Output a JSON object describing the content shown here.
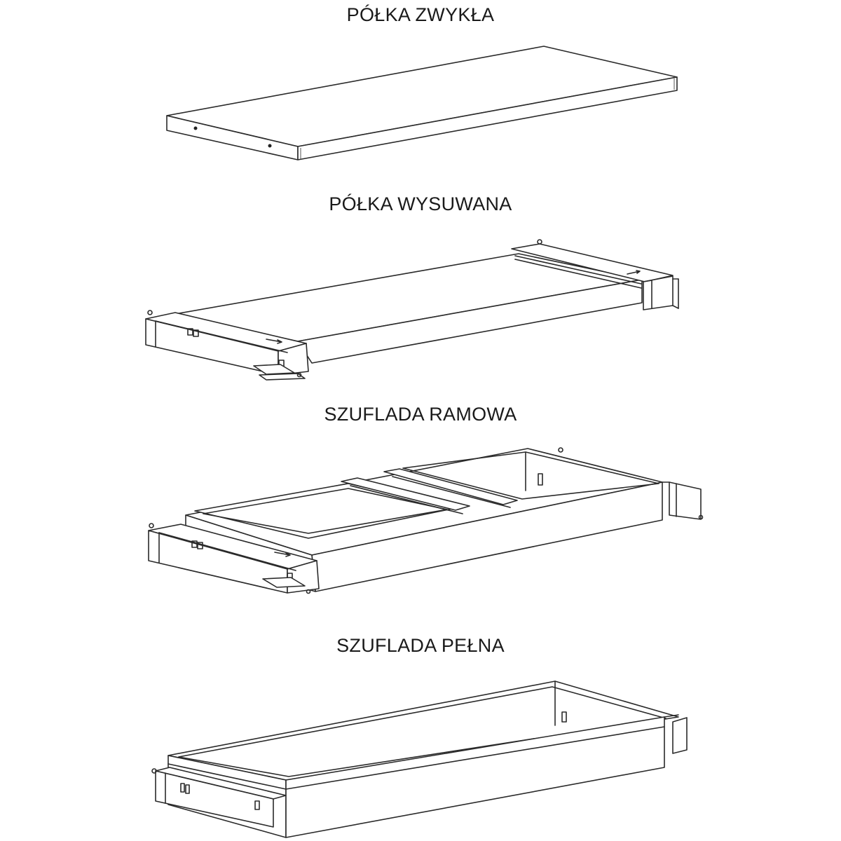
{
  "products": [
    {
      "label": "PÓŁKA ZWYKŁA"
    },
    {
      "label": "PÓŁKA WYSUWANA"
    },
    {
      "label": "SZUFLADA RAMOWA"
    },
    {
      "label": "SZUFLADA PEŁNA"
    }
  ]
}
